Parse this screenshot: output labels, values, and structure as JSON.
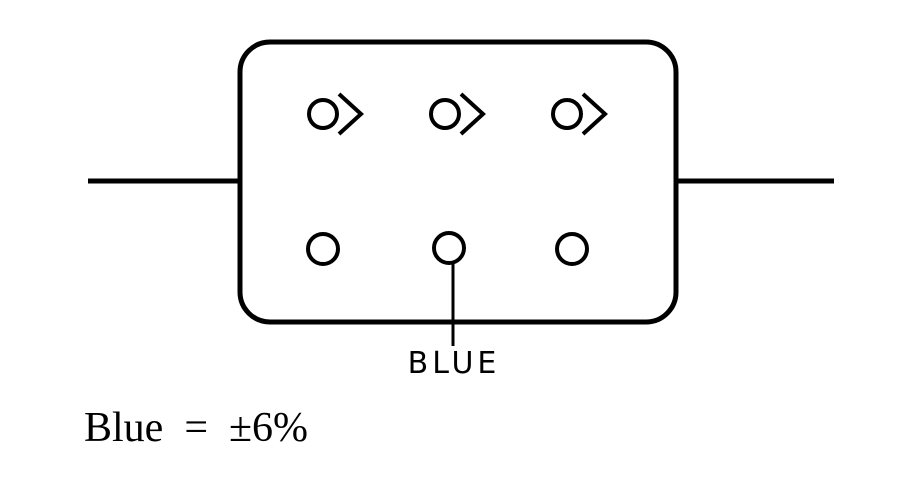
{
  "callout": {
    "label": "BLUE",
    "target": "middle dot of bottom row"
  },
  "caption": {
    "text": "Blue  =  ±6%"
  },
  "component": {
    "top_row": [
      "circle-chevron",
      "circle-chevron",
      "circle-chevron"
    ],
    "bottom_row": [
      "circle",
      "circle",
      "circle"
    ]
  },
  "colors": {
    "ink": "#000000",
    "background": "#ffffff"
  }
}
